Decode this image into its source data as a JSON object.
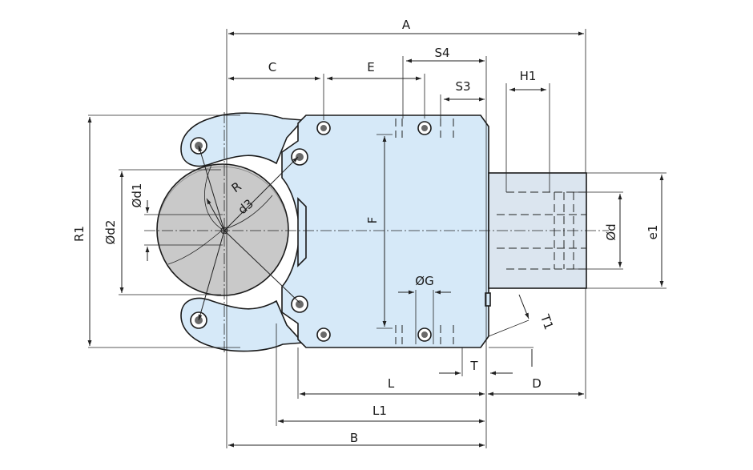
{
  "diagram": {
    "colors": {
      "body_fill": "#d6e9f8",
      "shaft_fill": "#dbe5ef",
      "ink": "#1a1a1a",
      "background": "#ffffff"
    },
    "labels": {
      "A": "A",
      "B": "B",
      "C": "C",
      "D": "D",
      "E": "E",
      "F": "F",
      "G": "ØG",
      "H1": "H1",
      "L": "L",
      "L1": "L1",
      "R": "R",
      "R1": "R1",
      "S3": "S3",
      "S4": "S4",
      "T": "T",
      "T1": "T1",
      "d": "Ød",
      "d1": "Ød1",
      "d2": "Ød2",
      "d3": "d3",
      "e1": "e1"
    }
  }
}
